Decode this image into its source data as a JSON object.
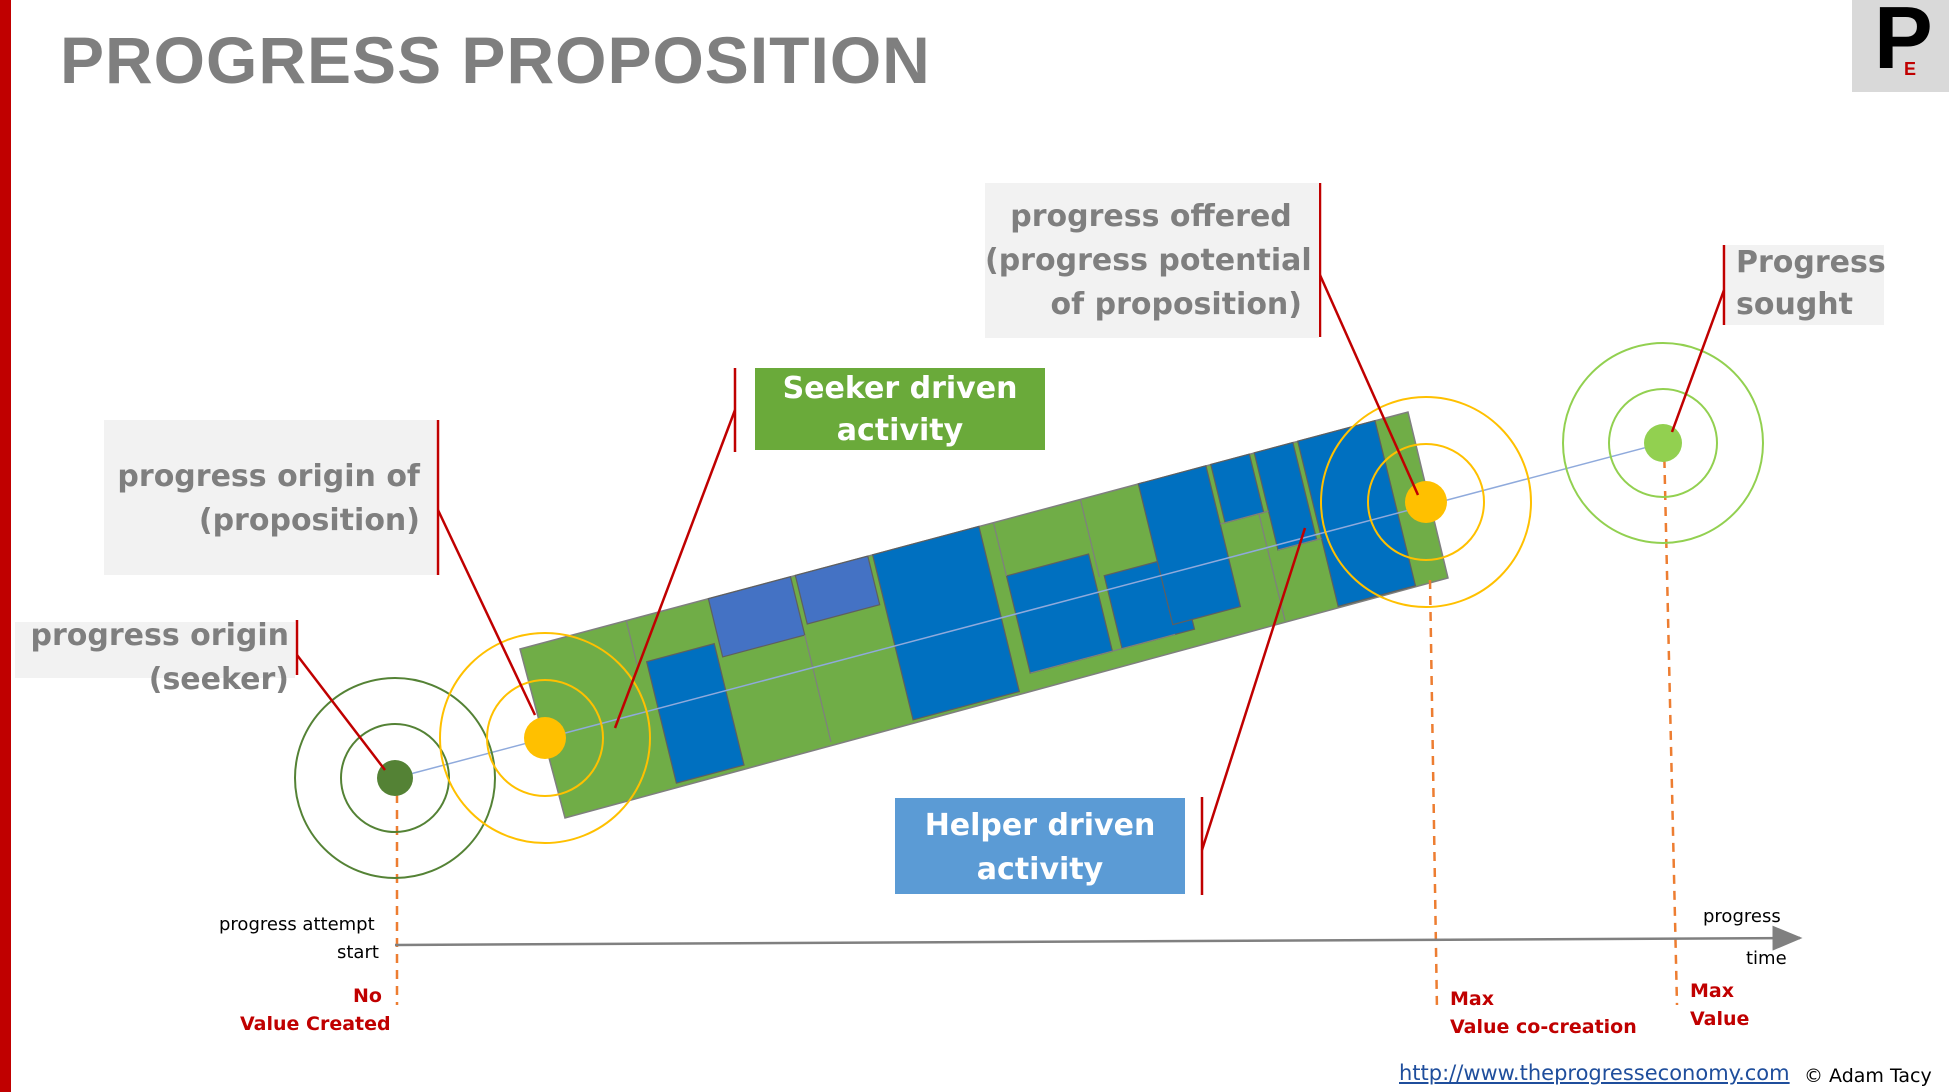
{
  "page": {
    "title": "PROGRESS PROPOSITION",
    "logo": {
      "main": "P",
      "sub": "E"
    },
    "footer": {
      "url": "http://www.theprogresseconomy.com",
      "copyright": "© Adam Tacy"
    }
  },
  "labels": {
    "progress_origin_seeker": [
      "progress origin",
      "(seeker)"
    ],
    "progress_origin_proposition": [
      "progress origin of",
      "(proposition)"
    ],
    "progress_offered": [
      "progress offered",
      "(progress potential",
      "of proposition)"
    ],
    "progress_sought": [
      "Progress",
      "sought"
    ],
    "seeker_activity": [
      "Seeker driven",
      "activity"
    ],
    "helper_activity": [
      "Helper driven",
      "activity"
    ]
  },
  "axis": {
    "start_label": [
      "progress attempt",
      "start"
    ],
    "progress_label": "progress",
    "time_label": "time"
  },
  "markers": {
    "no_value": [
      "No",
      "Value Created"
    ],
    "max_cocreation": [
      "Max",
      "Value co-creation"
    ],
    "max_value": [
      "Max",
      "Value"
    ]
  },
  "colors": {
    "title_gray": "#7f7f7f",
    "accent_red": "#c00000",
    "seeker_green": "#70ad47",
    "helper_blue": "#0070c0",
    "light_blue": "#4472c4",
    "box_green": "#6aaa3a",
    "box_blue": "#5b9bd5",
    "origin_dark_green": "#548235",
    "proposition_gold": "#ffc000",
    "sought_light_green": "#92d050",
    "dashed_orange": "#ed7d31"
  }
}
